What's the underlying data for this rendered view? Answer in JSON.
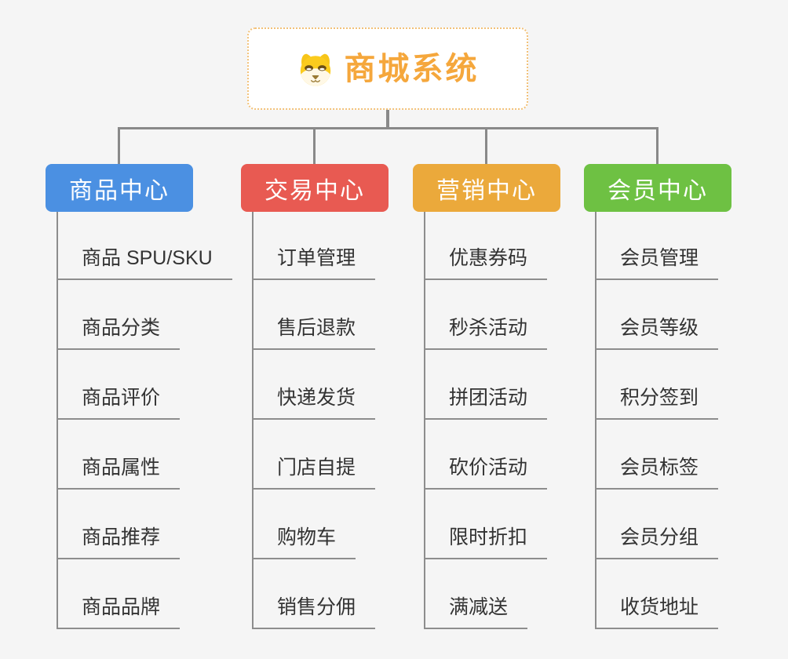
{
  "page": {
    "background_color": "#f5f5f5",
    "connector_color": "#898989"
  },
  "root": {
    "title": "商城系统",
    "icon": "dog-face-icon",
    "text_color": "#f5a73c",
    "border_color": "#f2c178"
  },
  "branches": [
    {
      "label": "商品中心",
      "color": "#4b90e2",
      "children": [
        "商品 SPU/SKU",
        "商品分类",
        "商品评价",
        "商品属性",
        "商品推荐",
        "商品品牌"
      ]
    },
    {
      "label": "交易中心",
      "color": "#e85a52",
      "children": [
        "订单管理",
        "售后退款",
        "快递发货",
        "门店自提",
        "购物车",
        "销售分佣"
      ]
    },
    {
      "label": "营销中心",
      "color": "#eba93b",
      "children": [
        "优惠券码",
        "秒杀活动",
        "拼团活动",
        "砍价活动",
        "限时折扣",
        "满减送"
      ]
    },
    {
      "label": "会员中心",
      "color": "#6ec143",
      "children": [
        "会员管理",
        "会员等级",
        "积分签到",
        "会员标签",
        "会员分组",
        "收货地址"
      ]
    }
  ]
}
